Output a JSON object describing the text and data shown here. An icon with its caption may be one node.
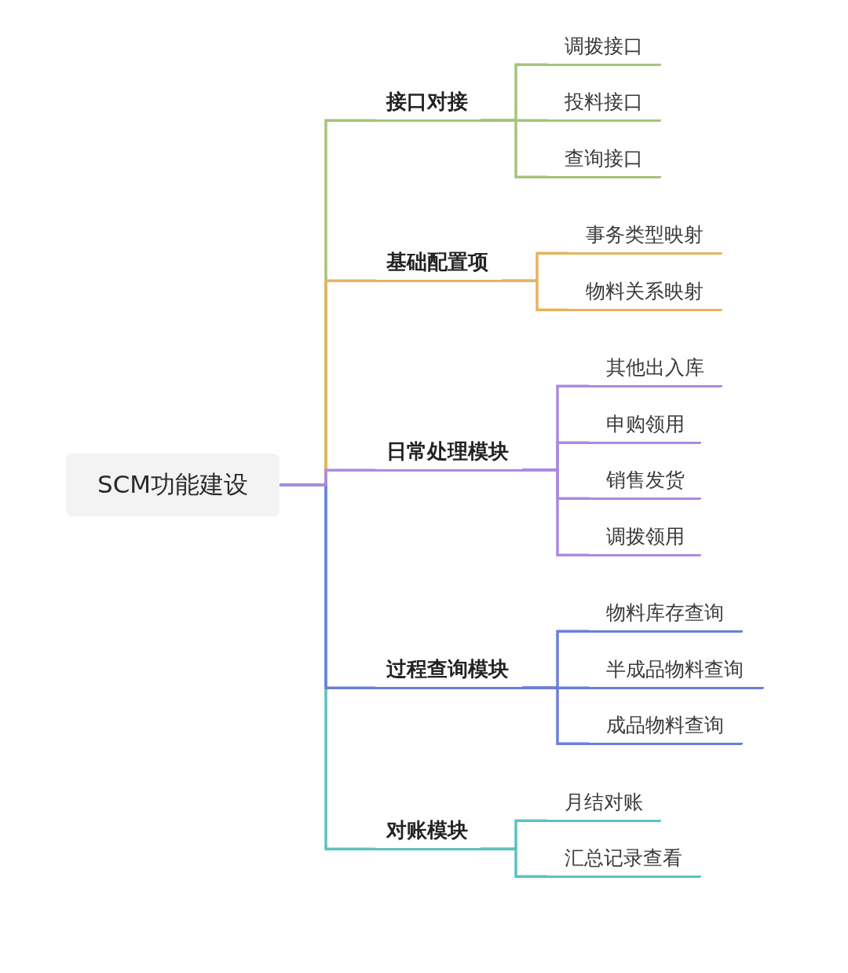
{
  "diagram": {
    "nodes": [
      {
        "text": [
          "SCM功能建设"
        ]
      },
      {
        "text": [
          "接口对接"
        ]
      },
      {
        "text": [
          "调拨接口"
        ]
      },
      {
        "text": [
          "投料接口"
        ]
      },
      {
        "text": [
          "查询接口"
        ]
      },
      {
        "text": [
          "基础配置项"
        ]
      },
      {
        "text": [
          "事务类型映射"
        ]
      },
      {
        "text": [
          "物料关系映射"
        ]
      },
      {
        "text": [
          "日常处理模块"
        ]
      },
      {
        "text": [
          "其他出入库"
        ]
      },
      {
        "text": [
          "申购领用"
        ]
      },
      {
        "text": [
          "销售发货"
        ]
      },
      {
        "text": [
          "调拨领用"
        ]
      },
      {
        "text": [
          "过程查询模块"
        ]
      },
      {
        "text": [
          "物料库存查询"
        ]
      },
      {
        "text": [
          "半成品物料查询"
        ]
      },
      {
        "text": [
          "成品物料查询"
        ]
      },
      {
        "text": [
          "对账模块"
        ]
      },
      {
        "text": [
          "月结对账"
        ]
      },
      {
        "text": [
          "汇总记录查看"
        ]
      }
    ],
    "edges": [
      {
        "from": 0,
        "to": 1,
        "arrow": "none",
        "color": "#a5c47a"
      },
      {
        "from": 1,
        "to": 2,
        "arrow": "none",
        "color": "#a5c47a"
      },
      {
        "from": 1,
        "to": 3,
        "arrow": "none",
        "color": "#a5c47a"
      },
      {
        "from": 1,
        "to": 4,
        "arrow": "none",
        "color": "#a5c47a"
      },
      {
        "from": 0,
        "to": 5,
        "arrow": "none",
        "color": "#e5b45e"
      },
      {
        "from": 5,
        "to": 6,
        "arrow": "none",
        "color": "#e5b45e"
      },
      {
        "from": 5,
        "to": 7,
        "arrow": "none",
        "color": "#e5b45e"
      },
      {
        "from": 0,
        "to": 8,
        "arrow": "none",
        "color": "#a98be0"
      },
      {
        "from": 8,
        "to": 9,
        "arrow": "none",
        "color": "#a98be0"
      },
      {
        "from": 8,
        "to": 10,
        "arrow": "none",
        "color": "#a98be0"
      },
      {
        "from": 8,
        "to": 11,
        "arrow": "none",
        "color": "#a98be0"
      },
      {
        "from": 8,
        "to": 12,
        "arrow": "none",
        "color": "#a98be0"
      },
      {
        "from": 0,
        "to": 13,
        "arrow": "none",
        "color": "#6b80d8"
      },
      {
        "from": 13,
        "to": 14,
        "arrow": "none",
        "color": "#6b80d8"
      },
      {
        "from": 13,
        "to": 15,
        "arrow": "none",
        "color": "#6b80d8"
      },
      {
        "from": 13,
        "to": 16,
        "arrow": "none",
        "color": "#6b80d8"
      },
      {
        "from": 0,
        "to": 17,
        "arrow": "none",
        "color": "#5cc2c0"
      },
      {
        "from": 17,
        "to": 18,
        "arrow": "none",
        "color": "#5cc2c0"
      },
      {
        "from": 17,
        "to": 19,
        "arrow": "none",
        "color": "#5cc2c0"
      }
    ]
  }
}
